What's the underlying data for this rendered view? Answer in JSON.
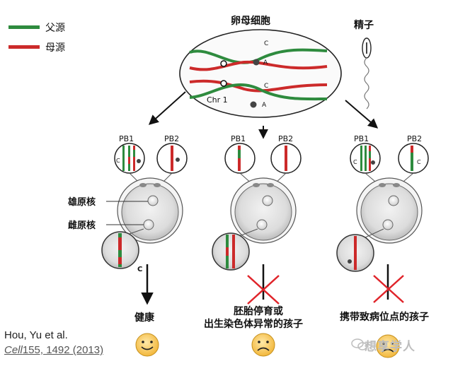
{
  "legend": [
    {
      "label": "父源",
      "color": "#2e8b3e"
    },
    {
      "label": "母源",
      "color": "#cc2a2a"
    }
  ],
  "top": {
    "oocyte_label": "卵母细胞",
    "sperm_label": "精子",
    "chr_label": "Chr 1",
    "allele_upper": "C",
    "allele_a_upper": "A",
    "allele_lower": "C",
    "allele_a_lower": "A",
    "mutant_mark": "a"
  },
  "panels": [
    {
      "pb1": "PB1",
      "pb2": "PB2",
      "allele_pb1": "C",
      "allele_pb2": "",
      "below": "C",
      "outcome": "健康",
      "face": "happy"
    },
    {
      "pb1": "PB1",
      "pb2": "PB2",
      "allele_pb1": "",
      "allele_pb2": "",
      "below": "",
      "outcome_line1": "胚胎停育或",
      "outcome_line2": "出生染色体异常的孩子",
      "face": "sad"
    },
    {
      "pb1": "PB1",
      "pb2": "PB2",
      "allele_pb1": "C",
      "allele_pb2": "C",
      "below": "",
      "outcome": "携带致病位点的孩子",
      "face": "sad"
    }
  ],
  "nucleus_labels": {
    "male": "雄原核",
    "female": "雌原核"
  },
  "citation": {
    "authors": "Hou, Yu et al.",
    "journal": "Cell",
    "ref": "155, 1492 (2013)"
  },
  "watermark": "想享学人"
}
